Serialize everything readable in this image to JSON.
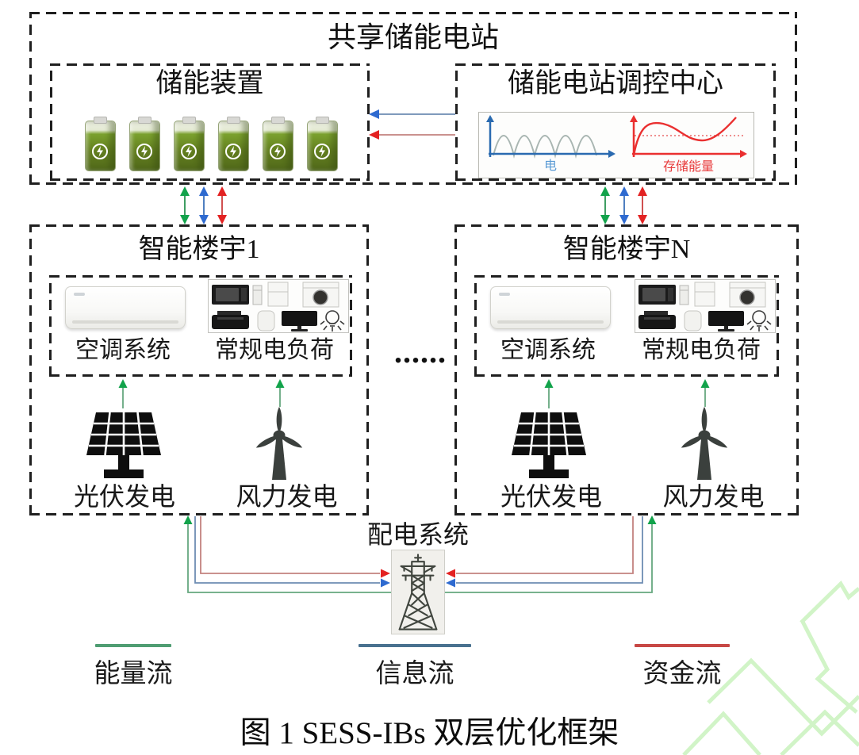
{
  "figure": {
    "caption": "图 1 SESS-IBs 双层优化框架"
  },
  "shared_station": {
    "title": "共享储能电站",
    "storage_unit": {
      "title": "储能装置",
      "battery_count": 6,
      "battery_icon": "battery-icon"
    },
    "control_center": {
      "title": "储能电站调控中心",
      "power_chart": {
        "label": "电",
        "label_color": "#5b9bd5",
        "axis_color": "#2a6ab0",
        "wave_color": "#a9b6b2"
      },
      "energy_chart": {
        "label": "存储能量",
        "label_color": "#e83c3c",
        "curve_color": "#ea3030",
        "dotted_color": "#ef8f8f"
      }
    }
  },
  "buildings": [
    {
      "title": "智能楼宇1",
      "hvac_label": "空调系统",
      "load_label": "常规电负荷",
      "pv_label": "光伏发电",
      "wind_label": "风力发电"
    },
    {
      "title": "智能楼宇N",
      "hvac_label": "空调系统",
      "load_label": "常规电负荷",
      "pv_label": "光伏发电",
      "wind_label": "风力发电"
    }
  ],
  "ellipsis": "......",
  "distribution_system": {
    "label": "配电系统",
    "icon": "transmission-tower-icon"
  },
  "legend": {
    "items": [
      {
        "label": "能量流",
        "color": "#4f9d72"
      },
      {
        "label": "信息流",
        "color": "#49718f"
      },
      {
        "label": "资金流",
        "color": "#c74845"
      }
    ]
  },
  "flows": {
    "energy": {
      "name": "能量流",
      "arrow_color": "#12a34b",
      "line_color": "#66a77f"
    },
    "information": {
      "name": "信息流",
      "arrow_color": "#2e6ad0",
      "line_color": "#6d8cb3"
    },
    "capital": {
      "name": "资金流",
      "arrow_color": "#e32222",
      "line_color": "#c3827f"
    }
  },
  "colors": {
    "dashed_border": "#1f1f1f",
    "battery_green": "#6f9226",
    "watermark_green": "#cdf3c2"
  },
  "icons": {
    "storage": "battery-icon",
    "control_charts": [
      "power-curve-chart",
      "stored-energy-chart"
    ],
    "building": [
      "air-conditioner-icon",
      "appliances-icon"
    ],
    "appliances": [
      "microwave-icon",
      "mini-oven-icon",
      "fridge-icon",
      "washing-machine-icon",
      "printer-icon",
      "air-purifier-icon",
      "monitor-icon",
      "light-bulb-icon"
    ],
    "pv": "solar-panel-icon",
    "wind": "wind-turbine-icon",
    "grid": "transmission-tower-icon"
  }
}
